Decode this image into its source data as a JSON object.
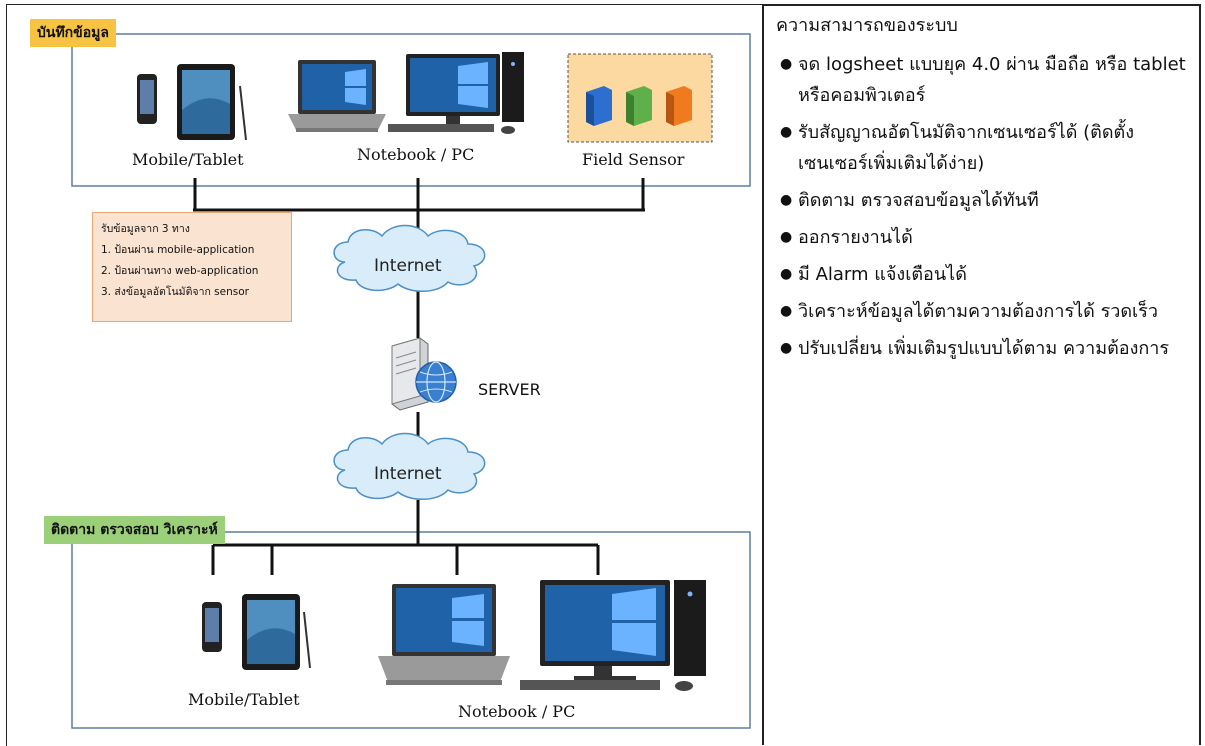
{
  "sections": {
    "record_title": "บันทึกข้อมูล",
    "monitor_title": "ติดตาม ตรวจสอบ วิเคราะห์"
  },
  "top_devices": {
    "mobile_label": "Mobile/Tablet",
    "notebook_label": "Notebook / PC",
    "sensor_label": "Field Sensor"
  },
  "note": {
    "title": "รับข้อมูลจาก 3 ทาง",
    "lines": [
      "1. ป้อนผ่าน mobile-application",
      "2. ป้อนผ่านทาง web-application",
      "3. ส่งข้อมูลอัตโนมัติจาก sensor"
    ]
  },
  "network": {
    "cloud_top": "Internet",
    "server": "SERVER",
    "cloud_bottom": "Internet"
  },
  "bottom_devices": {
    "mobile_label": "Mobile/Tablet",
    "notebook_label": "Notebook / PC"
  },
  "panel": {
    "title": "ความสามารถของระบบ",
    "items": [
      "จด logsheet แบบยุค 4.0 ผ่าน มือถือ หรือ tablet หรือคอมพิวเตอร์",
      "รับสัญญาณอัตโนมัติจากเซนเซอร์ได้ (ติดตั้งเซนเซอร์เพิ่มเติมได้ง่าย)",
      "ติดตาม ตรวจสอบข้อมูลได้ทันที",
      "ออกรายงานได้",
      "มี Alarm แจ้งเตือนได้",
      "วิเคราะห์ข้อมูลได้ตามความต้องการได้ รวดเร็ว",
      "ปรับเปลี่ยน เพิ่มเติมรูปแบบได้ตาม ความต้องการ"
    ]
  },
  "colors": {
    "record_tag": "#f6c343",
    "monitor_tag": "#9ccf7a",
    "box_border": "#5b7fa3",
    "note_bg": "#fbe3d2",
    "cloud_fill": "#d8ecfa",
    "cloud_stroke": "#4a90c8"
  }
}
